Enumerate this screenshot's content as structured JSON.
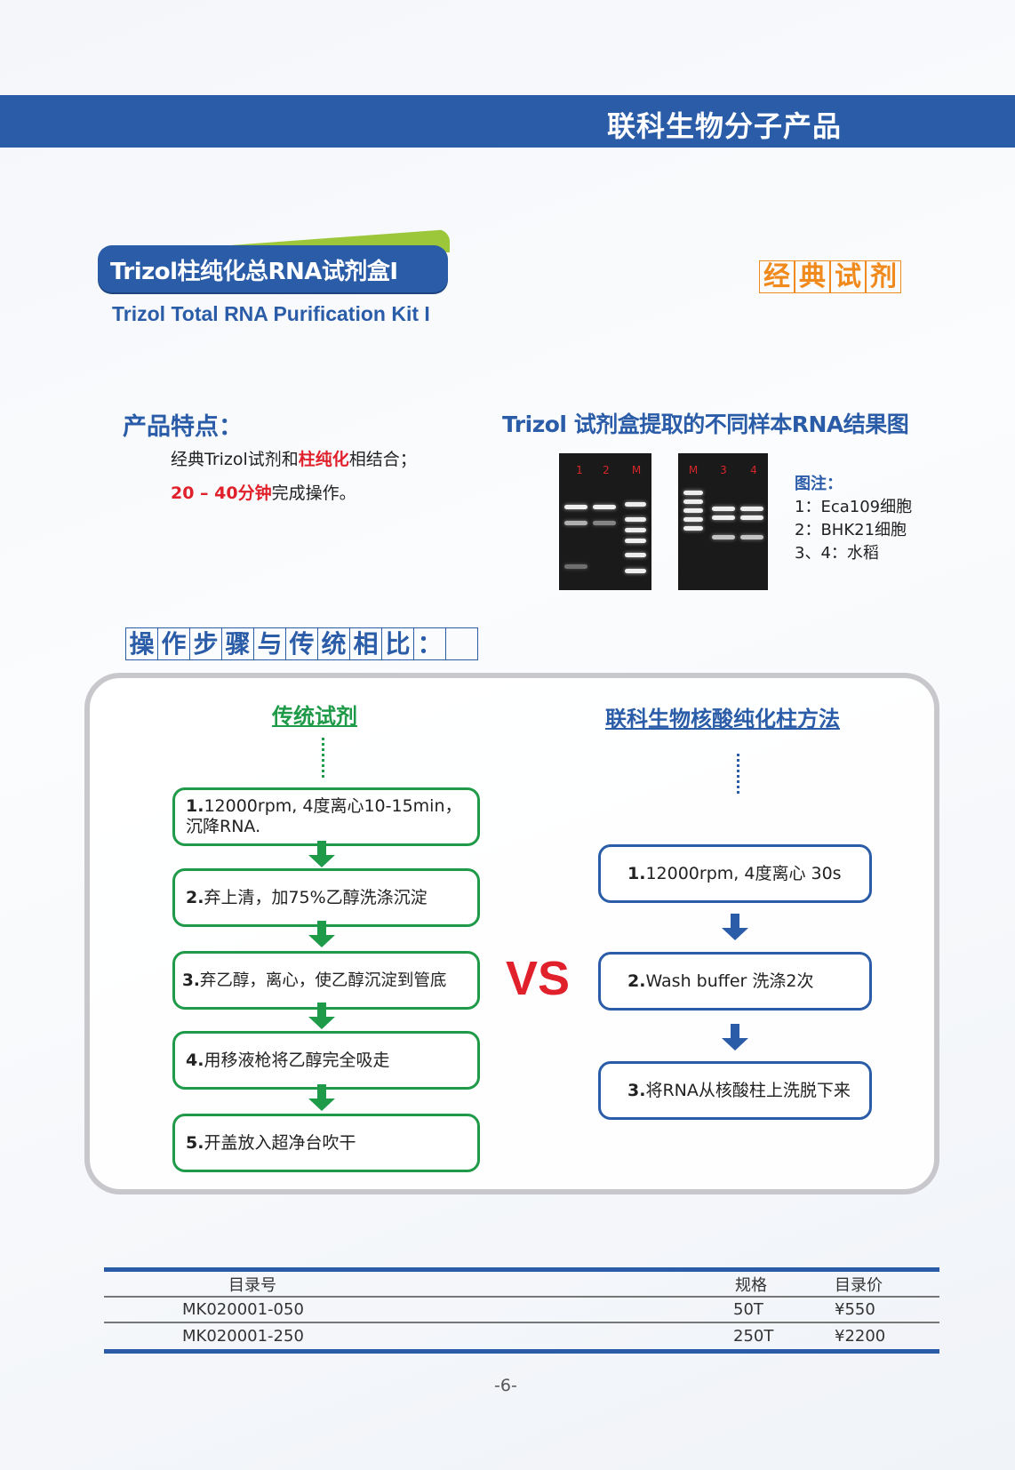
{
  "header": {
    "banner": "联科生物分子产品"
  },
  "product": {
    "title_cn": "Trizol柱纯化总RNA试剂盒I",
    "title_en": "Trizol Total RNA Purification Kit I",
    "badge_chars": [
      "经",
      "典",
      "试",
      "剂"
    ]
  },
  "features": {
    "heading": "产品特点：",
    "line1_a": "经典Trizol试剂和",
    "line1_b": "柱纯化",
    "line1_c": "相结合；",
    "line2_a": "20 – 40分钟",
    "line2_b": "完成操作。"
  },
  "gel": {
    "title": "Trizol 试剂盒提取的不同样本RNA结果图",
    "gel1_lanes": [
      "1",
      "2",
      "M"
    ],
    "gel2_lanes": [
      "M",
      "3",
      "4"
    ],
    "legend_title": "图注：",
    "legend": [
      "1：Eca109细胞",
      "2：BHK21细胞",
      "3、4：水稻"
    ]
  },
  "comparison": {
    "heading_chars": [
      "操",
      "作",
      "步",
      "骤",
      "与",
      "传",
      "统",
      "相",
      "比",
      "：",
      ""
    ],
    "left_title": "传统试剂",
    "left_steps": [
      {
        "num": "1.",
        "text": "12000rpm, 4度离心10-15min，沉降RNA."
      },
      {
        "num": "2.",
        "text": "弃上清，加75%乙醇洗涤沉淀"
      },
      {
        "num": "3.",
        "text": "弃乙醇，离心，使乙醇沉淀到管底"
      },
      {
        "num": "4.",
        "text": "用移液枪将乙醇完全吸走"
      },
      {
        "num": "5.",
        "text": "开盖放入超净台吹干"
      }
    ],
    "vs": "VS",
    "right_title": "联科生物核酸纯化柱方法",
    "right_steps": [
      {
        "num": "1.",
        "text": "12000rpm, 4度离心 30s"
      },
      {
        "num": "2.",
        "text": "Wash buffer 洗涤2次"
      },
      {
        "num": "3.",
        "text": "将RNA从核酸柱上洗脱下来"
      }
    ],
    "colors": {
      "green": "#1e9a48",
      "blue": "#2a5ca8",
      "red": "#e0202a"
    }
  },
  "table": {
    "headers": [
      "目录号",
      "规格",
      "目录价"
    ],
    "rows": [
      [
        "MK020001-050",
        "50T",
        "¥550"
      ],
      [
        "MK020001-250",
        "250T",
        "¥2200"
      ]
    ]
  },
  "footer": {
    "page": "-6-"
  }
}
